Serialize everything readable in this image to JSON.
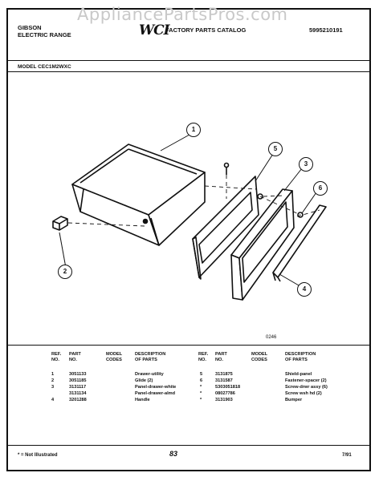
{
  "header": {
    "brand_line1": "GIBSON",
    "brand_line2": "ELECTRIC RANGE",
    "catalog_title": "FACTORY PARTS CATALOG",
    "logo_text": "WCI",
    "catalog_number": "5995210191",
    "model_label": "MODEL CEC1M2WXC",
    "watermark": "AppliancePartsPros.com"
  },
  "diagram": {
    "callouts": [
      "1",
      "5",
      "3",
      "6",
      "2",
      "4"
    ],
    "figure_code": "0246"
  },
  "table": {
    "headers": {
      "ref_no": [
        "REF.",
        "NO."
      ],
      "part_no": [
        "PART",
        "NO."
      ],
      "model_codes": [
        "MODEL",
        "CODES"
      ],
      "description": [
        "DESCRIPTION",
        "OF PARTS"
      ]
    },
    "left_rows": [
      {
        "ref": "1",
        "part": "3051133",
        "desc": "Drawer-utility"
      },
      {
        "ref": "2",
        "part": "3051185",
        "desc": "Glide (2)"
      },
      {
        "ref": "3",
        "part": "3131117",
        "desc": "Panel-drawer-white"
      },
      {
        "ref": "",
        "part": "3131134",
        "desc": "Panel-drawer-almd"
      },
      {
        "ref": "4",
        "part": "3201288",
        "desc": "Handle"
      }
    ],
    "right_rows": [
      {
        "ref": "5",
        "part": "3131875",
        "desc": "Shield-panel"
      },
      {
        "ref": "6",
        "part": "3131587",
        "desc": "Fastener-spacer (2)"
      },
      {
        "ref": "*",
        "part": "5303051818",
        "desc": "Screw-drwr assy (6)"
      },
      {
        "ref": "*",
        "part": "08027786",
        "desc": "Screw wsh hd (2)"
      },
      {
        "ref": "*",
        "part": "3131903",
        "desc": "Bumper"
      }
    ]
  },
  "footer": {
    "note": "* = Not Illustrated",
    "page": "83",
    "date": "7/91"
  }
}
